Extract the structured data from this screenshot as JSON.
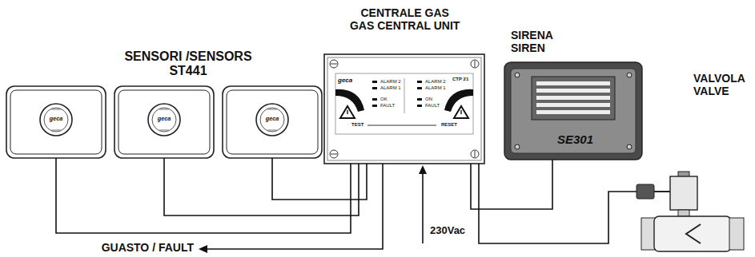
{
  "diagram": {
    "nodes": [
      {
        "text": [
          "geca"
        ]
      },
      {
        "text": [
          "geca"
        ]
      },
      {
        "text": [
          "geca"
        ]
      },
      {
        "text": [
          "CENTRALE GAS GAS CENTRAL UNIT",
          "geca",
          "ALARM 2",
          "ALARM 1",
          "OK",
          "FAULT",
          "ALARM 2",
          "ALARM 1",
          "ON",
          "FAULT",
          "TEST",
          "RESET",
          "CTP 21"
        ]
      },
      {
        "text": [
          "SIRENA SIREN",
          "SE301"
        ]
      },
      {
        "text": [
          "VALVOLA VALVE"
        ]
      }
    ],
    "edges": [
      {
        "from": 0,
        "to": 3,
        "arrow": "none"
      },
      {
        "from": 1,
        "to": 3,
        "arrow": "none"
      },
      {
        "from": 2,
        "to": 3,
        "arrow": "none"
      },
      {
        "from": 3,
        "to": 4,
        "arrow": "none"
      },
      {
        "from": 3,
        "to": 5,
        "arrow": "none"
      }
    ],
    "labels": [
      "SENSORI /SENSORS ST441",
      "GUASTO / FAULT",
      "230Vac"
    ]
  }
}
